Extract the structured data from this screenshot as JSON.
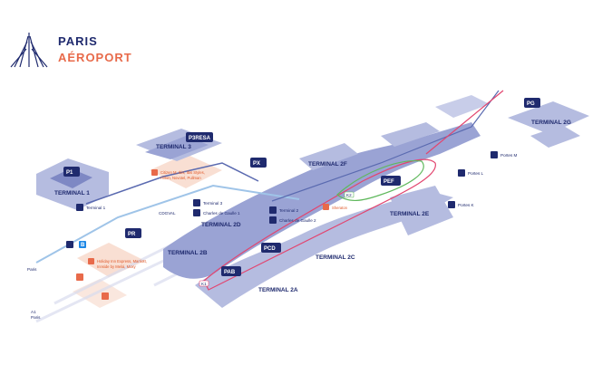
{
  "brand": {
    "line1": "PARIS",
    "line2": "AÉROPORT",
    "color_primary": "#1f2a6e",
    "color_accent": "#e86a4a"
  },
  "terminals": {
    "t1": "TERMINAL 1",
    "t2a": "TERMINAL 2A",
    "t2b": "TERMINAL 2B",
    "t2c": "TERMINAL 2C",
    "t2d": "TERMINAL 2D",
    "t2e": "TERMINAL 2E",
    "t2f": "TERMINAL 2F",
    "t2g": "TERMINAL 2G",
    "t3": "TERMINAL 3"
  },
  "parkings": {
    "p1": "P1",
    "p3resa": "P3RESA",
    "px": "PX",
    "pr": "PR",
    "pcd": "PCD",
    "pab": "PAB",
    "pef": "PEF",
    "pg": "PG"
  },
  "stations": {
    "terminal1": "Terminal 1",
    "terminal3": "Terminal 3",
    "cdg1": "Charles de Gaulle 1",
    "terminal2": "Terminal 2",
    "cdg2": "Charles de Gaulle 2",
    "portes_l": "Portes L",
    "portes_m": "Portes M",
    "portes_k": "Portes K"
  },
  "hotels": {
    "h1_lines": [
      "Citizen M, Ibis, Ibis Styles,",
      "Hilton, Novotel, Pullman"
    ],
    "h2_lines": [
      "Holiday Inn Express, Marriott,",
      "Innside by Meliá, Moxy"
    ],
    "sheraton": "Sheraton"
  },
  "routes": {
    "paris_top": "Paris",
    "a1_paris": [
      "A1",
      "Paris"
    ],
    "cdgval": "CDGVAL",
    "k2": "K2",
    "k1": "K1",
    "rer": "B"
  },
  "colors": {
    "building": "#b5bce0",
    "building_dark": "#7e88c4",
    "navy": "#1f2a6e",
    "rail_blue": "#5a6ab0",
    "rail_light": "#9fc4e8",
    "rail_pink": "#e2456f",
    "rail_green": "#5fb85c",
    "hotel_zone": "#f7d7c8",
    "hotel_icon": "#e86a4a"
  }
}
